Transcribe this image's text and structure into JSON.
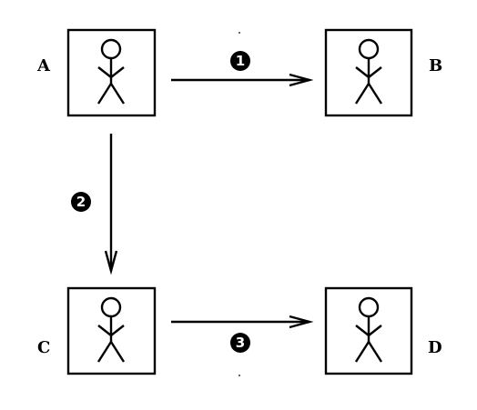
{
  "nodes": [
    {
      "id": "A",
      "label": "A"
    },
    {
      "id": "B",
      "label": "B"
    },
    {
      "id": "C",
      "label": "C"
    },
    {
      "id": "D",
      "label": "D"
    }
  ],
  "edges": [
    {
      "from": "A",
      "to": "B",
      "step": "1"
    },
    {
      "from": "A",
      "to": "C",
      "step": "2"
    },
    {
      "from": "C",
      "to": "D",
      "step": "3"
    }
  ],
  "icons": {
    "node_figure": "stick-figure-icon"
  },
  "colors": {
    "stroke": "#000000",
    "badge_fill": "#000000",
    "badge_text": "#ffffff"
  }
}
